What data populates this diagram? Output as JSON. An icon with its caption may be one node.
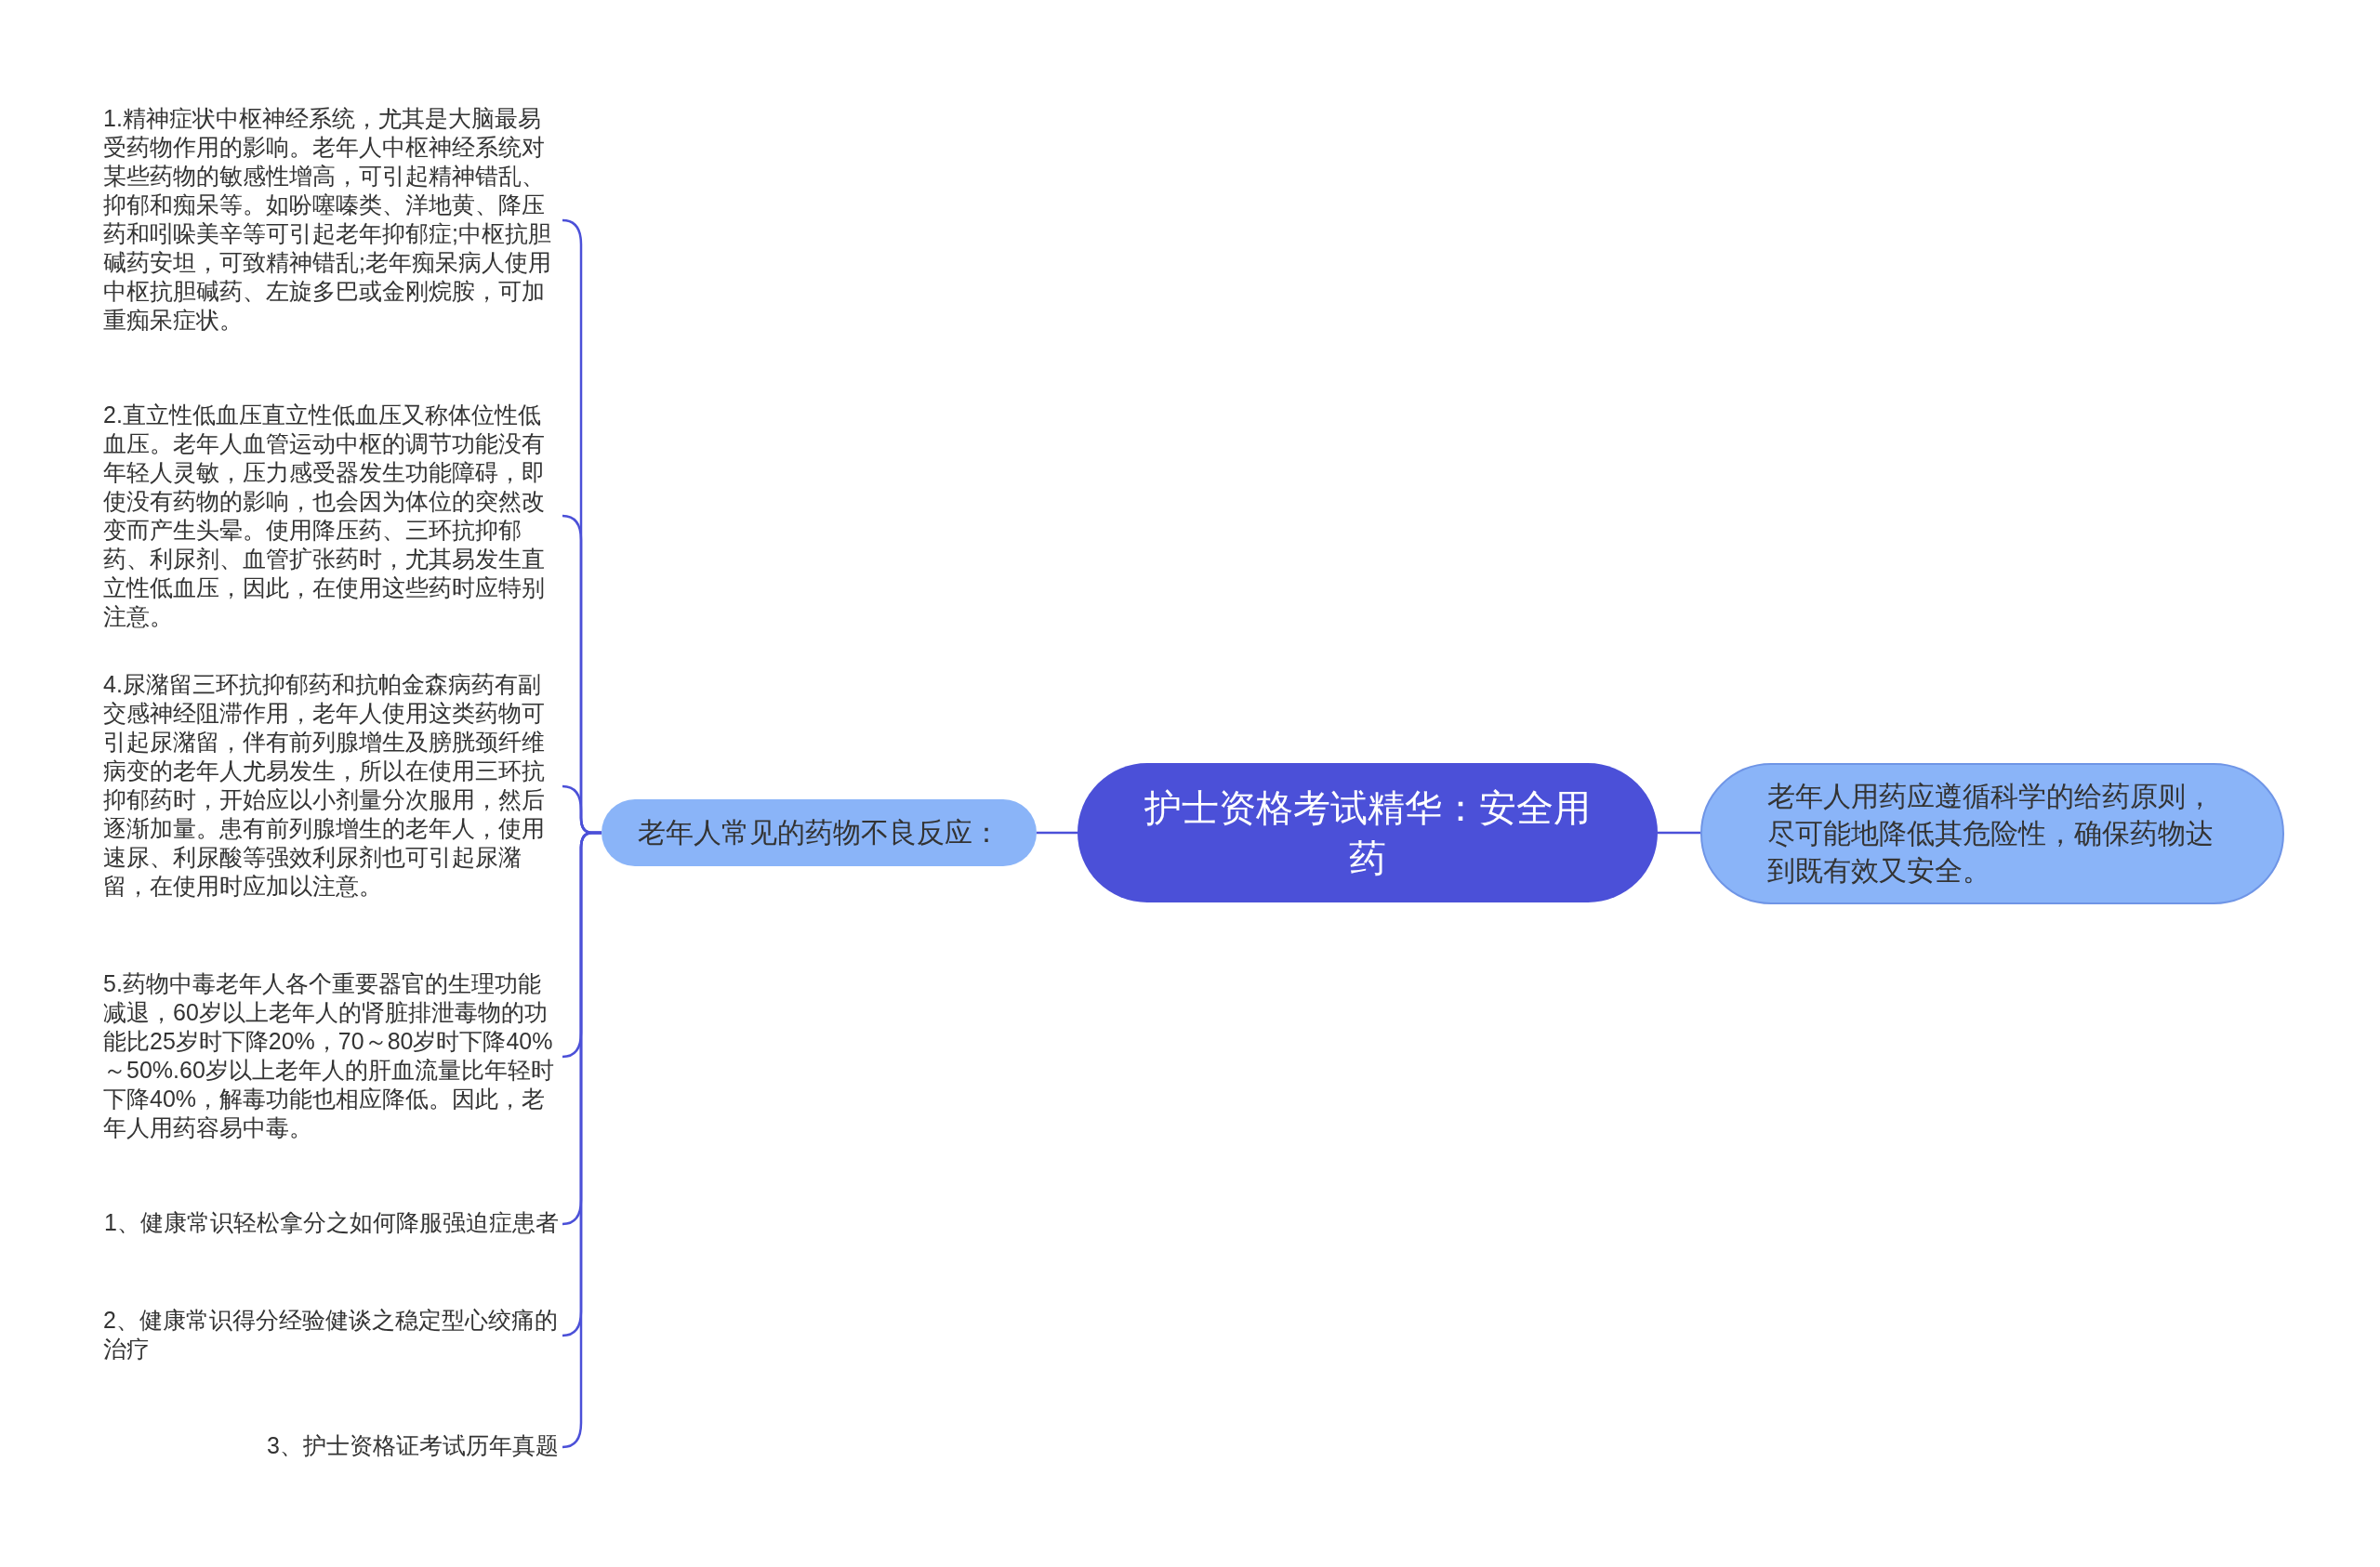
{
  "diagram": {
    "nodes": [
      {
        "text": [
          "护士资格考试精华：安全用药"
        ]
      },
      {
        "text": [
          "老年人常见的药物不良反应："
        ]
      },
      {
        "text": [
          "1.精神症状中枢神经系统，尤其是大脑最易受药物作用的影响。老年人中枢神经系统对某些药物的敏感性增高，可引起精神错乱、抑郁和痴呆等。如吩噻嗪类、洋地黄、降压药和吲哚美辛等可引起老年抑郁症;中枢抗胆碱药安坦，可致精神错乱;老年痴呆病人使用中枢抗胆碱药、左旋多巴或金刚烷胺，可加重痴呆症状。"
        ]
      },
      {
        "text": [
          "2.直立性低血压直立性低血压又称体位性低血压。老年人血管运动中枢的调节功能没有年轻人灵敏，压力感受器发生功能障碍，即使没有药物的影响，也会因为体位的突然改变而产生头晕。使用降压药、三环抗抑郁药、利尿剂、血管扩张药时，尤其易发生直立性低血压，因此，在使用这些药时应特别注意。"
        ]
      },
      {
        "text": [
          "4.尿潴留三环抗抑郁药和抗帕金森病药有副交感神经阻滞作用，老年人使用这类药物可引起尿潴留，伴有前列腺增生及膀胱颈纤维病变的老年人尤易发生，所以在使用三环抗抑郁药时，开始应以小剂量分次服用，然后逐渐加量。患有前列腺增生的老年人，使用速尿、利尿酸等强效利尿剂也可引起尿潴留，在使用时应加以注意。"
        ]
      },
      {
        "text": [
          "5.药物中毒老年人各个重要器官的生理功能减退，60岁以上老年人的肾脏排泄毒物的功能比25岁时下降20%，70～80岁时下降40%～50%.60岁以上老年人的肝血流量比年轻时下降40%，解毒功能也相应降低。因此，老年人用药容易中毒。"
        ]
      },
      {
        "text": [
          "1、健康常识轻松拿分之如何降服强迫症患者"
        ]
      },
      {
        "text": [
          "2、健康常识得分经验健谈之稳定型心绞痛的治疗"
        ]
      },
      {
        "text": [
          "3、护士资格证考试历年真题"
        ]
      },
      {
        "text": [
          "老年人用药应遵循科学的给药原则，尽可能地降低其危险性，确保药物达到既有效又安全。"
        ]
      }
    ],
    "edges": [
      {
        "from": 0,
        "to": 1,
        "arrow": "none"
      },
      {
        "from": 1,
        "to": 2,
        "arrow": "none"
      },
      {
        "from": 1,
        "to": 3,
        "arrow": "none"
      },
      {
        "from": 1,
        "to": 4,
        "arrow": "none"
      },
      {
        "from": 1,
        "to": 5,
        "arrow": "none"
      },
      {
        "from": 1,
        "to": 6,
        "arrow": "none"
      },
      {
        "from": 1,
        "to": 7,
        "arrow": "none"
      },
      {
        "from": 1,
        "to": 8,
        "arrow": "none"
      },
      {
        "from": 0,
        "to": 9,
        "arrow": "none"
      }
    ]
  }
}
